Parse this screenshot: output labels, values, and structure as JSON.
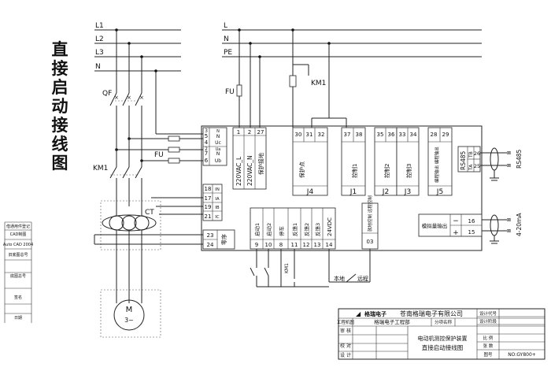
{
  "title_vertical": "直接启动接线图",
  "bus": {
    "l1": "L1",
    "l2": "L2",
    "l3": "L3",
    "n": "N"
  },
  "right_bus": {
    "l": "L",
    "n": "N",
    "pe": "PE"
  },
  "labels": {
    "qf": "QF",
    "fu_left": "FU",
    "fu_right": "FU",
    "km1_left": "KM1",
    "km1_coil": "KM1",
    "ct": "CT",
    "motor_m": "M",
    "motor_3": "3~",
    "km1_small": "KM1"
  },
  "voltage_terminals": [
    {
      "num": "5",
      "name": "N"
    },
    {
      "num": "4",
      "name": "Uc"
    },
    {
      "num": "7",
      "name": "N"
    },
    {
      "num": "6",
      "name": "Ub"
    },
    {
      "num": "3",
      "name": "N"
    },
    {
      "num": "2",
      "name": "Ua"
    }
  ],
  "current_terminals": [
    {
      "num": "18",
      "name": "IN"
    },
    {
      "num": "17",
      "name": "IA"
    },
    {
      "num": "19",
      "name": "IB"
    },
    {
      "num": "21",
      "name": "IC"
    }
  ],
  "zero_seq": {
    "t1": "23",
    "t2": "24",
    "label": "零序"
  },
  "power_terminals": [
    {
      "num": "1",
      "name": "220VAC_L"
    },
    {
      "num": "2",
      "name": "220VAC_N"
    },
    {
      "num": "27",
      "name": "保护接地"
    }
  ],
  "relays": [
    {
      "nums": [
        "30",
        "31",
        "32"
      ],
      "name": "保护点",
      "tag": "J4"
    },
    {
      "nums": [
        "37",
        "38"
      ],
      "name": "控制1",
      "tag": "J1"
    },
    {
      "nums": [
        "35",
        "36"
      ],
      "name": "控制2",
      "tag": "J2"
    },
    {
      "nums": [
        "33",
        "34"
      ],
      "name": "控制3",
      "tag": "J3"
    },
    {
      "nums": [
        "28",
        "29"
      ],
      "name": "编程输出 编程输出",
      "tag": "J5"
    }
  ],
  "rs485": {
    "title": "RS485",
    "ta": "TA",
    "tb": "TB",
    "n26": "26",
    "n25": "25",
    "side": "RS485"
  },
  "analog": {
    "label": "模拟量输出",
    "minus": "−",
    "plus": "+",
    "n16": "16",
    "n15": "15",
    "side": "4-20mA"
  },
  "di_terminals": [
    {
      "num": "9",
      "name": "启动1"
    },
    {
      "num": "10",
      "name": "启动2"
    },
    {
      "num": "8",
      "name": "停车"
    },
    {
      "num": "11",
      "name": "反馈1"
    },
    {
      "num": "12",
      "name": "反馈2"
    },
    {
      "num": "13",
      "name": "反馈3"
    },
    {
      "num": "14",
      "name": "24VDC"
    }
  ],
  "remote_local": {
    "num": "03",
    "name": "就地控制 远程控制",
    "local": "本地",
    "remote": "远程"
  },
  "left_strip": [
    "借通用件登记",
    "CAD制图",
    "Auto CAD 2004",
    "旧底图总号",
    "底图总号",
    "签名",
    "日期"
  ],
  "title_block": {
    "company": "苍南格瑞电子有限公司",
    "logo": "格瑞电子",
    "dept_label": "工程机图",
    "dept": "格瑞电子工程部",
    "stage_label": "分项名称",
    "rows_left": [
      "审 核",
      "校 对",
      "设 计"
    ],
    "project": "电动机测控保护装置",
    "drawing": "直接启动接线图",
    "right_labels": [
      "设计代号",
      "设计阶段",
      "比 例",
      "张 数"
    ],
    "drawing_no_label": "图号",
    "drawing_no": "NO:GY800+"
  }
}
